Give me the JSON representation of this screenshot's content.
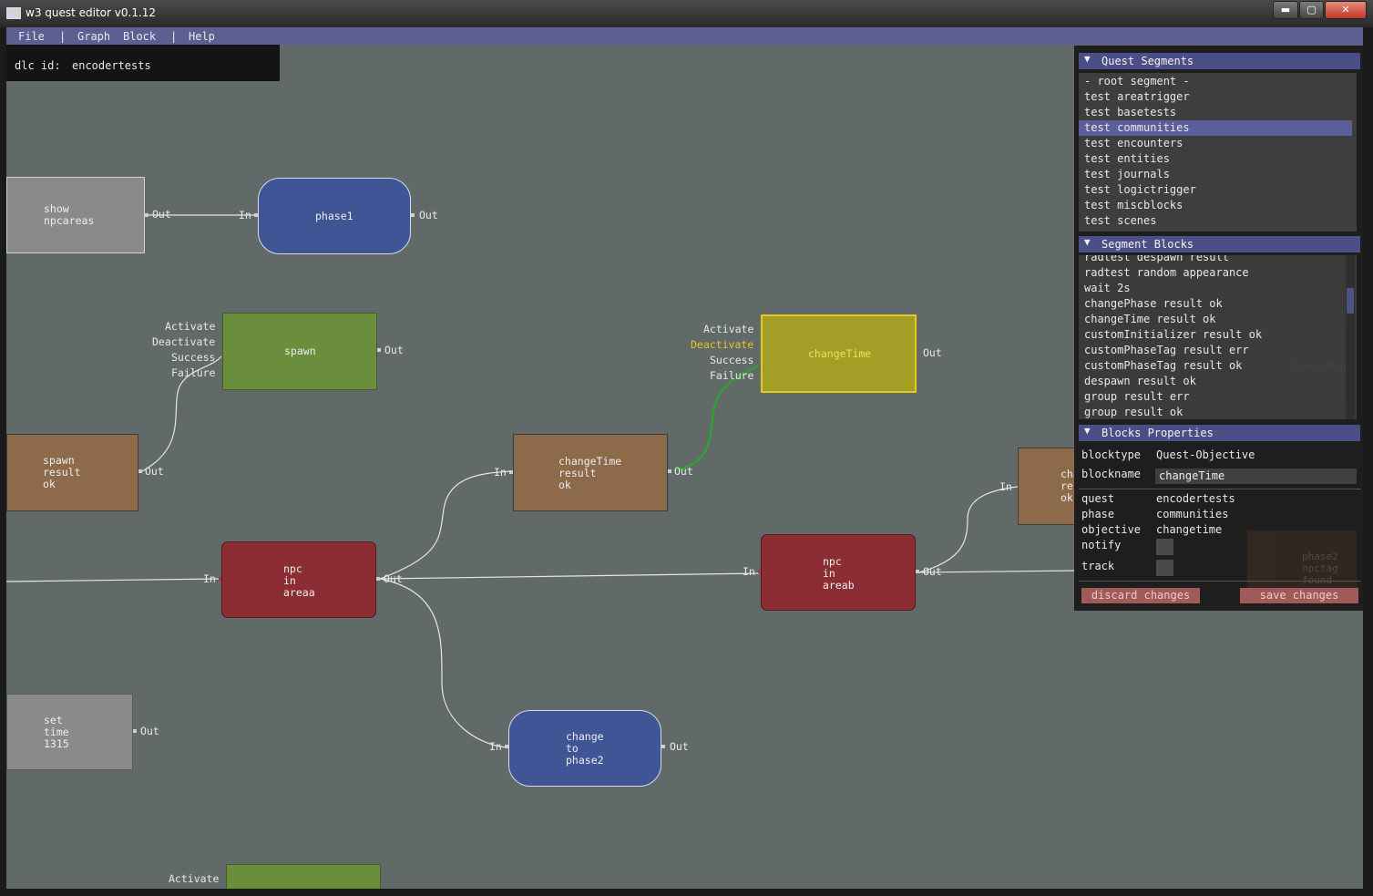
{
  "window": {
    "title": "w3 quest editor v0.1.12",
    "min": "▬",
    "max": "▢",
    "close": "✕"
  },
  "menu": {
    "file": "File",
    "sep1": "|",
    "graph": "Graph",
    "block": "Block",
    "sep2": "|",
    "help": "Help"
  },
  "dlc": {
    "label": "dlc id:",
    "value": "encodertests"
  },
  "ports": {
    "in": "In",
    "out": "Out",
    "activate": "Activate",
    "deactivate": "Deactivate",
    "success": "Success",
    "failure": "Failure"
  },
  "nodes": {
    "show_npcareas": "show\nnpcareas",
    "phase1": "phase1",
    "spawn": "spawn",
    "changeTime": "changeTime",
    "spawn_result_ok": "spawn\nresult\nok",
    "changeTime_result_ok": "changeTime\nresult\nok",
    "npc_in_areaa": "npc\nin\nareaa",
    "npc_in_areab": "npc\nin\nareab",
    "set_time_1315": "set\ntime\n1315",
    "change_to_phase2": "change\nto\nphase2",
    "partial_right": "cha\nresult\nok",
    "ghost_changePhase": "changePhase",
    "ghost_phase2": "phase2\nnpctag\nfound"
  },
  "colors": {
    "canvas": "#626a69",
    "gray_node": "#8a8a8a",
    "blue_node": "#3f5595",
    "green_node": "#6a8e3c",
    "yellow_node": "#a39e25",
    "brown_node": "#8c6a4a",
    "red_node": "#8b2d32",
    "panel_header": "#4c4f87",
    "selected": "#5b5e98",
    "highlight_text": "#e6c81c",
    "active_link": "#2ea12e"
  },
  "panel": {
    "segments": {
      "title": "Quest Segments",
      "items": [
        "- root segment -",
        "test areatrigger",
        "test basetests",
        "test communities",
        "test encounters",
        "test entities",
        "test journals",
        "test logictrigger",
        "test miscblocks",
        "test scenes"
      ],
      "selected_index": 3
    },
    "blocks": {
      "title": "Segment Blocks",
      "items": [
        "radtest despawn result",
        "radtest random appearance",
        "wait 2s",
        "changePhase result ok",
        "changeTime result ok",
        "customInitializer result ok",
        "customPhaseTag result err",
        "customPhaseTag result ok",
        "despawn result ok",
        "group result err",
        "group result ok"
      ]
    },
    "props": {
      "title": "Blocks Properties",
      "blocktype_k": "blocktype",
      "blocktype_v": "Quest-Objective",
      "blockname_k": "blockname",
      "blockname_v": "changeTime",
      "quest_k": "quest",
      "quest_v": "encodertests",
      "phase_k": "phase",
      "phase_v": "communities",
      "objective_k": "objective",
      "objective_v": "changetime",
      "notify_k": "notify",
      "track_k": "track",
      "discard": "discard changes",
      "save": "save changes"
    }
  }
}
